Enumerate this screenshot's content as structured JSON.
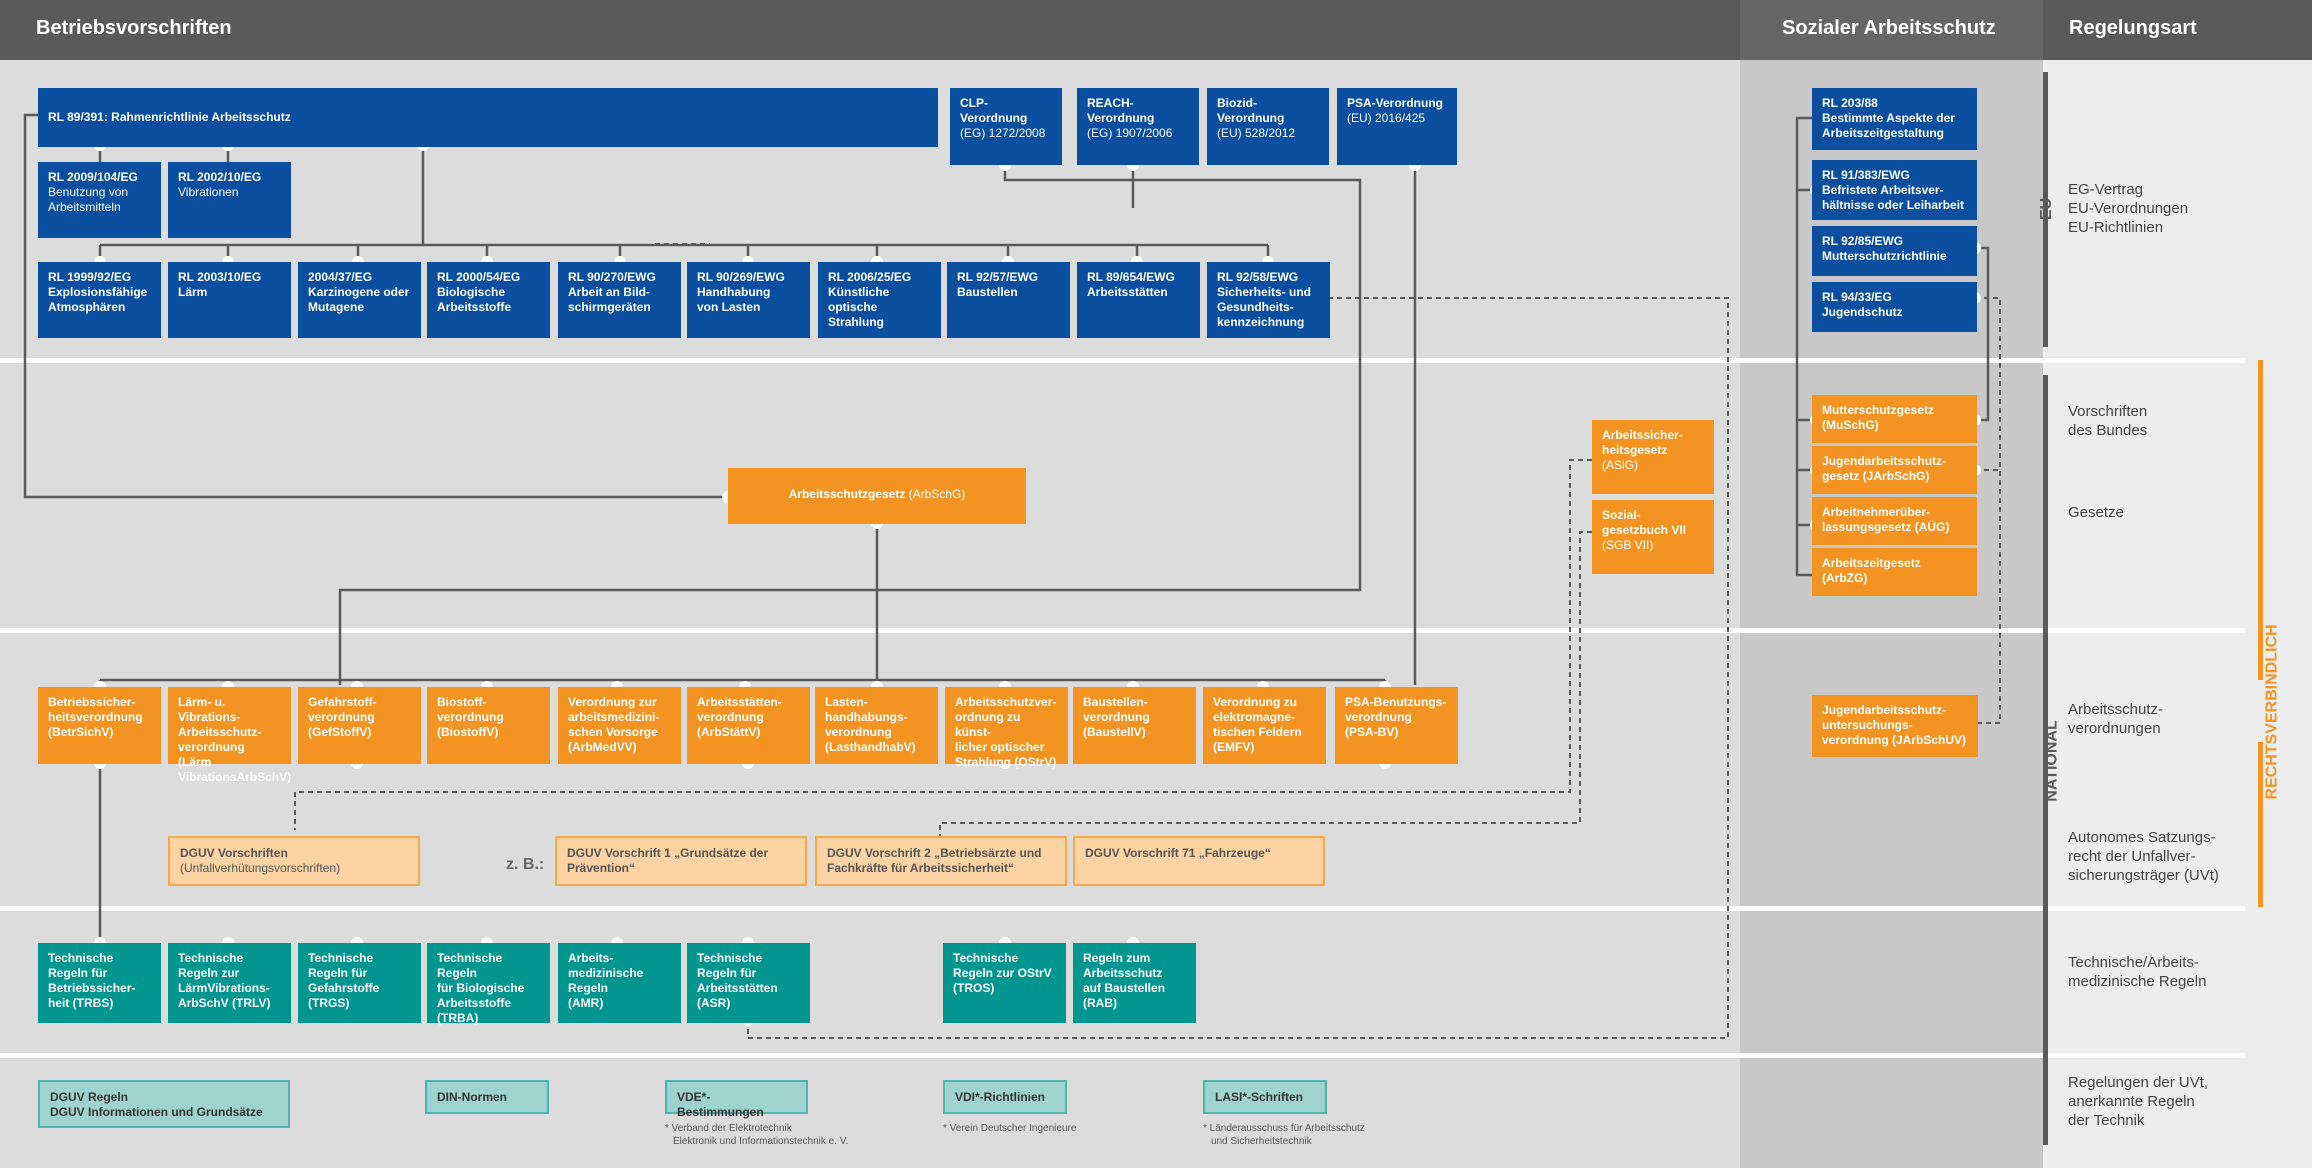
{
  "headers": {
    "main": "Betriebsvorschriften",
    "social": "Sozialer Arbeitsschutz",
    "type": "Regelungsart"
  },
  "eu_row": {
    "framework": "RL 89/391: Rahmenrichtlinie Arbeitsschutz",
    "regs": [
      {
        "t1": "CLP-Verordnung",
        "t2": "(EG) 1272/2008"
      },
      {
        "t1": "REACH-",
        "t2": "Verordnung",
        "t3": "(EG) 1907/2006"
      },
      {
        "t1": "Biozid-",
        "t2": "Verordnung",
        "t3": "(EU) 528/2012"
      },
      {
        "t1": "PSA-Verordnung",
        "t2": "(EU) 2016/425"
      }
    ],
    "sub1": [
      {
        "t1": "RL 2009/104/EG",
        "t2": "Benutzung von",
        "t3": "Arbeitsmitteln"
      },
      {
        "t1": "RL 2002/10/EG",
        "t2": "Vibrationen"
      }
    ],
    "directives": [
      {
        "t1": "RL 1999/92/EG",
        "t2": "Explosionsfähige",
        "t3": "Atmosphären"
      },
      {
        "t1": "RL 2003/10/EG",
        "t2": "Lärm"
      },
      {
        "t1": "2004/37/EG",
        "t2": "Karzinogene oder",
        "t3": "Mutagene"
      },
      {
        "t1": "RL 2000/54/EG",
        "t2": "Biologische",
        "t3": "Arbeitsstoffe"
      },
      {
        "t1": "RL 90/270/EWG",
        "t2": "Arbeit an Bild-",
        "t3": "schirmgeräten"
      },
      {
        "t1": "RL 90/269/EWG",
        "t2": "Handhabung",
        "t3": "von Lasten"
      },
      {
        "t1": "RL 2006/25/EG",
        "t2": "Künstliche",
        "t3": "optische",
        "t4": "Strahlung"
      },
      {
        "t1": "RL 92/57/EWG",
        "t2": "Baustellen"
      },
      {
        "t1": "RL 89/654/EWG",
        "t2": "Arbeitsstätten"
      },
      {
        "t1": "RL 92/58/EWG",
        "t2": "Sicherheits- und",
        "t3": "Gesundheits-",
        "t4": "kennzeichnung"
      }
    ]
  },
  "social_eu": [
    {
      "t1": "RL 203/88",
      "t2": "Bestimmte Aspekte der",
      "t3": "Arbeitszeitgestaltung"
    },
    {
      "t1": "RL 91/383/EWG",
      "t2": "Befristete Arbeitsver-",
      "t3": "hältnisse oder Leiharbeit"
    },
    {
      "t1": "RL 92/85/EWG",
      "t2": "Mutterschutzrichtlinie"
    },
    {
      "t1": "RL 94/33/EG",
      "t2": "Jugendschutz"
    }
  ],
  "laws": {
    "arbschg": {
      "t1": "Arbeitsschutzgesetz",
      "t2": "(ArbSchG)"
    },
    "asig": {
      "t1": "Arbeitssicher-",
      "t2": "heitsgesetz",
      "t3": "(ASiG)"
    },
    "sgb": {
      "t1": "Sozial-",
      "t2": "gesetzbuch VII",
      "t3": "(SGB VII)"
    },
    "social": [
      {
        "t1": "Mutterschutzgesetz",
        "t2": "(MuSchG)"
      },
      {
        "t1": "Jugendarbeitsschutz-",
        "t2": "gesetz (JArbSchG)"
      },
      {
        "t1": "Arbeitnehmerüber-",
        "t2": "lassungsgesetz (AÜG)"
      },
      {
        "t1": "Arbeitszeitgesetz",
        "t2": "(ArbZG)"
      }
    ]
  },
  "ordinances": [
    {
      "t1": "Betriebssicher-",
      "t2": "heitsverordnung",
      "t3": "(BetrSichV)"
    },
    {
      "t1": "Lärm- u. Vibrations-",
      "t2": "Arbeitsschutz-",
      "t3": "verordnung (Lärm",
      "t4": "VibrationsArbSchV)"
    },
    {
      "t1": "Gefahrstoff-",
      "t2": "verordnung",
      "t3": "(GefStoffV)"
    },
    {
      "t1": "Biostoff-",
      "t2": "verordnung",
      "t3": "(BiostoffV)"
    },
    {
      "t1": "Verordnung zur",
      "t2": "arbeitsmedizini-",
      "t3": "schen Vorsorge",
      "t4": "(ArbMedVV)"
    },
    {
      "t1": "Arbeitsstätten-",
      "t2": "verordnung",
      "t3": "(ArbStättV)"
    },
    {
      "t1": "Lasten-",
      "t2": "handhabungs-",
      "t3": "verordnung",
      "t4": "(LasthandhabV)"
    },
    {
      "t1": "Arbeitsschutzver-",
      "t2": "ordnung zu künst-",
      "t3": "licher optischer",
      "t4": "Strahlung (OStrV)"
    },
    {
      "t1": "Baustellen-",
      "t2": "verordnung",
      "t3": "(BaustellV)"
    },
    {
      "t1": "Verordnung zu",
      "t2": "elektromagne-",
      "t3": "tischen Feldern",
      "t4": "(EMFV)"
    },
    {
      "t1": "PSA-Benutzungs-",
      "t2": "verordnung",
      "t3": "(PSA-BV)"
    }
  ],
  "social_ord": {
    "t1": "Jugendarbeitsschutz-",
    "t2": "untersuchungs-",
    "t3": "verordnung (JArbSchUV)"
  },
  "dguv": {
    "main": {
      "t1": "DGUV Vorschriften",
      "t2": "(Unfallverhütungsvorschriften)"
    },
    "zb": "z. B.:",
    "items": [
      {
        "t1": "DGUV Vorschrift 1 „Grundsätze der",
        "t2": "Prävention“"
      },
      {
        "t1": "DGUV Vorschrift 2 „Betriebsärzte und",
        "t2": "Fachkräfte für Arbeitssicherheit“"
      },
      {
        "t1": "DGUV Vorschrift 71 „Fahrzeuge“"
      }
    ]
  },
  "tech_rules": [
    {
      "t1": "Technische",
      "t2": "Regeln für",
      "t3": "Betriebssicher-",
      "t4": "heit (TRBS)"
    },
    {
      "t1": "Technische",
      "t2": "Regeln zur",
      "t3": "LärmVibrations-",
      "t4": "ArbSchV (TRLV)"
    },
    {
      "t1": "Technische",
      "t2": "Regeln für",
      "t3": "Gefahrstoffe",
      "t4": "(TRGS)"
    },
    {
      "t1": "Technische Regeln",
      "t2": "für Biologische",
      "t3": "Arbeitsstoffe",
      "t4": "(TRBA)"
    },
    {
      "t1": "Arbeits-",
      "t2": "medizinische",
      "t3": "Regeln",
      "t4": "(AMR)"
    },
    {
      "t1": "Technische",
      "t2": "Regeln für",
      "t3": "Arbeitsstätten",
      "t4": "(ASR)"
    },
    {
      "t1": "Technische",
      "t2": "Regeln zur OStrV",
      "t3": "(TROS)"
    },
    {
      "t1": "Regeln zum",
      "t2": "Arbeitsschutz",
      "t3": "auf Baustellen",
      "t4": "(RAB)"
    }
  ],
  "other_rules": [
    {
      "t1": "DGUV Regeln",
      "t2": "DGUV Informationen und Grundsätze"
    },
    {
      "t1": "DIN-Normen"
    },
    {
      "t1": "VDE*-Bestimmungen"
    },
    {
      "t1": "VDI*-Richtlinien"
    },
    {
      "t1": "LASI*-Schriften"
    }
  ],
  "footnotes": {
    "vde1": "* Verband der Elektrotechnik",
    "vde2": "Elektronik und Informationstechnik e. V.",
    "vdi": "* Verein Deutscher Ingenieure",
    "lasi1": "* Länderausschuss für Arbeitsschutz",
    "lasi2": "und Sicherheitstechnik"
  },
  "reg_types": {
    "eu": {
      "l1": "EG-Vertrag",
      "l2": "EU-Verordnungen",
      "l3": "EU-Richtlinien"
    },
    "bund": {
      "l1": "Vorschriften",
      "l2": "des Bundes"
    },
    "gesetze": "Gesetze",
    "verord": {
      "l1": "Arbeitsschutz-",
      "l2": "verordnungen"
    },
    "uvt": {
      "l1": "Autonomes Satzungs-",
      "l2": "recht der Unfallver-",
      "l3": "sicherungsträger (UVt)"
    },
    "tech": {
      "l1": "Technische/Arbeits-",
      "l2": "medizinische Regeln"
    },
    "other": {
      "l1": "Regelungen der UVt,",
      "l2": "anerkannte Regeln",
      "l3": "der Technik"
    },
    "side_eu": "EU",
    "side_national": "NATIONAL",
    "side_binding": "RECHTSVERBINDLICH"
  },
  "colors": {
    "blue": "#0a4ea0",
    "orange": "#f39422",
    "teal": "#00958f",
    "header": "#5a5a5a"
  }
}
